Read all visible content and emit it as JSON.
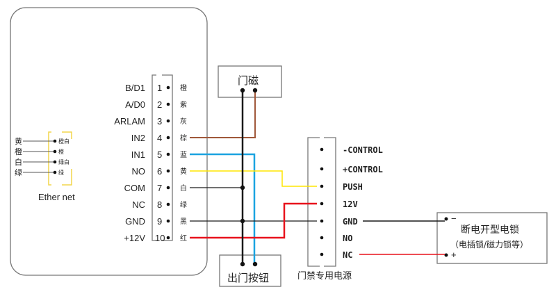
{
  "controller": {
    "ethernet": {
      "label": "Ether net",
      "wires": [
        {
          "color_name": "黄",
          "pin": "橙白"
        },
        {
          "color_name": "橙",
          "pin": "橙"
        },
        {
          "color_name": "白",
          "pin": "绿白"
        },
        {
          "color_name": "绿",
          "pin": "绿"
        }
      ]
    },
    "terminals": [
      {
        "signal": "B/D1",
        "num": "1",
        "wire": "橙"
      },
      {
        "signal": "A/D0",
        "num": "2",
        "wire": "紫"
      },
      {
        "signal": "ARLAM",
        "num": "3",
        "wire": "灰"
      },
      {
        "signal": "IN2",
        "num": "4",
        "wire": "棕"
      },
      {
        "signal": "IN1",
        "num": "5",
        "wire": "蓝"
      },
      {
        "signal": "NO",
        "num": "6",
        "wire": "黄"
      },
      {
        "signal": "COM",
        "num": "7",
        "wire": "白"
      },
      {
        "signal": "NC",
        "num": "8",
        "wire": "绿"
      },
      {
        "signal": "GND",
        "num": "9",
        "wire": "黑"
      },
      {
        "signal": "+12V",
        "num": "10",
        "wire": "红"
      }
    ]
  },
  "door_sensor": {
    "label": "门磁"
  },
  "exit_button": {
    "label": "出门按钮"
  },
  "power_supply": {
    "label": "门禁专用电源",
    "terminals": [
      "-CONTROL",
      "+CONTROL",
      "PUSH",
      "12V",
      "GND",
      "NO",
      "NC"
    ]
  },
  "lock": {
    "title": "断电开型电锁",
    "subtitle": "（电插锁/磁力锁等）",
    "minus": "−",
    "plus": "+"
  },
  "colors": {
    "brown": "#a0583a",
    "blue": "#1aa3e0",
    "yellow": "#ffe600",
    "black": "#1a1a1a",
    "red": "#e8121c",
    "ethernet_bracket": "#f2d64b",
    "outline": "#777777"
  }
}
